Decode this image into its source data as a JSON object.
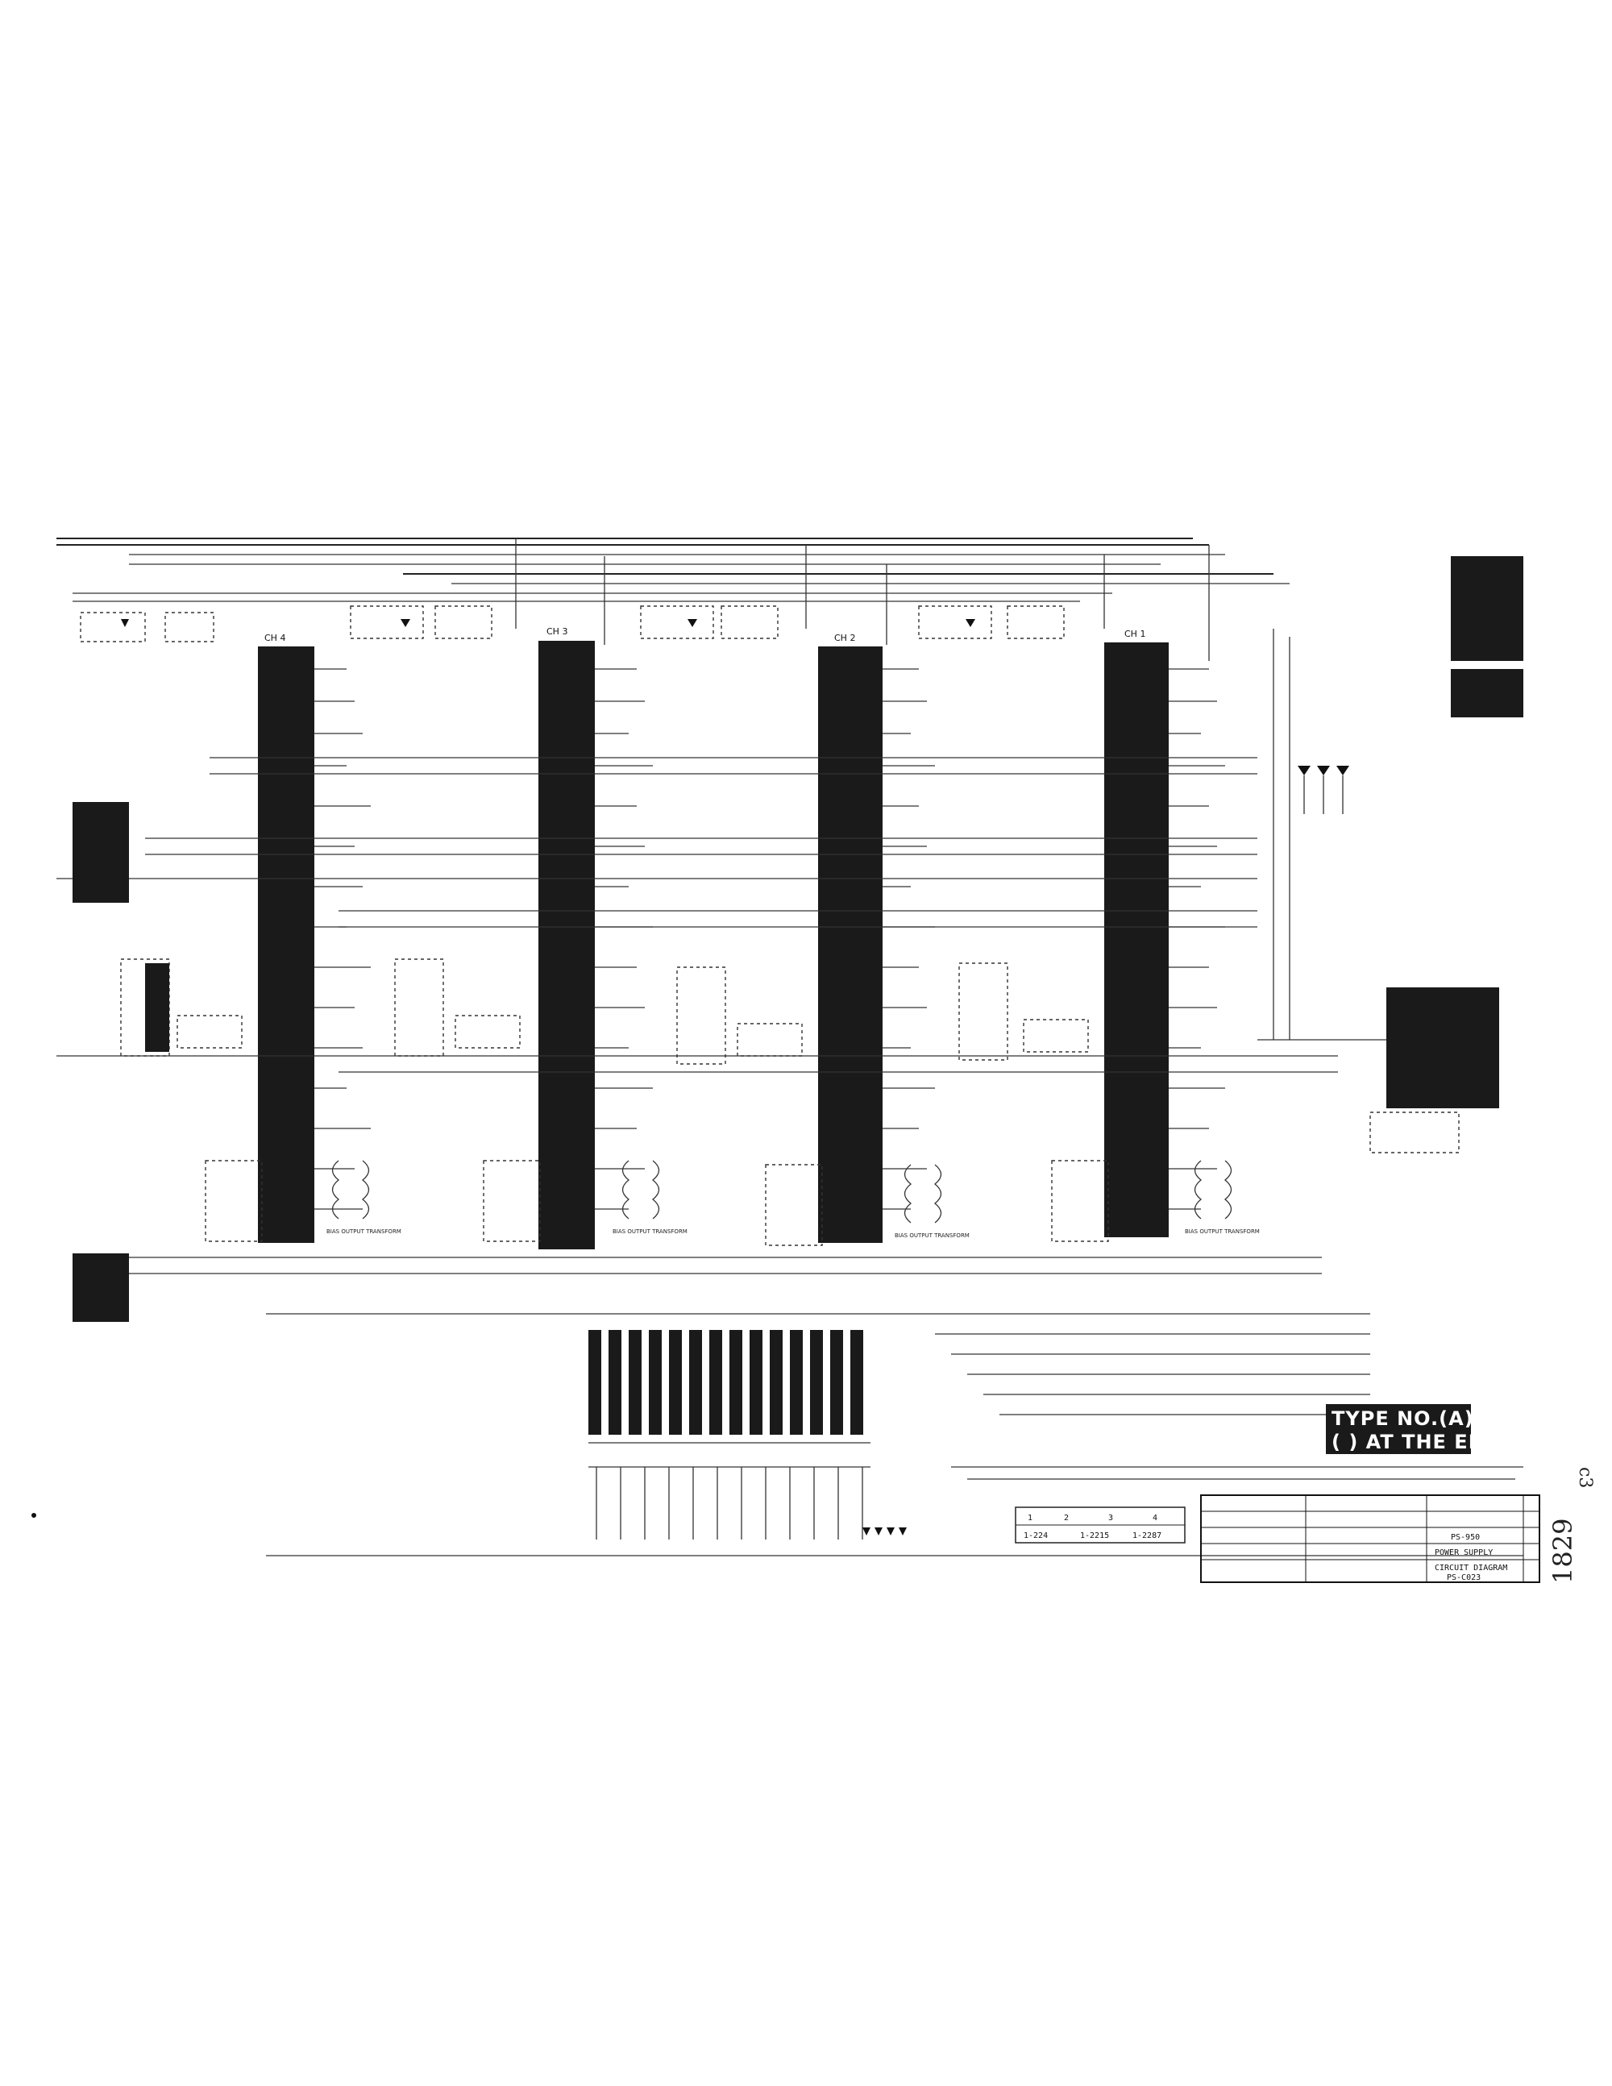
{
  "channels": [
    {
      "label": "CH 4"
    },
    {
      "label": "CH 3"
    },
    {
      "label": "CH 2"
    },
    {
      "label": "CH 1"
    }
  ],
  "transformer_label": "BIAS OUTPUT TRANSFORM",
  "stamp": {
    "line1": "TYPE NO.(A) TO",
    "line2": "( ) AT THE END"
  },
  "part_numbers": {
    "top": [
      "1",
      "2",
      "3",
      "4"
    ],
    "bottom": [
      "1-224",
      "1-2215",
      "1-2287"
    ]
  },
  "title_block": {
    "model": "PS-950",
    "title": "CIRCUIT DIAGRAM",
    "drawing_no": "PS-C023",
    "subtitle": "POWER SUPPLY"
  },
  "margin_marks": {
    "rotated_code": "1829",
    "side_mark": "c3"
  },
  "colors": {
    "ink": "#111111",
    "paper": "#ffffff"
  }
}
